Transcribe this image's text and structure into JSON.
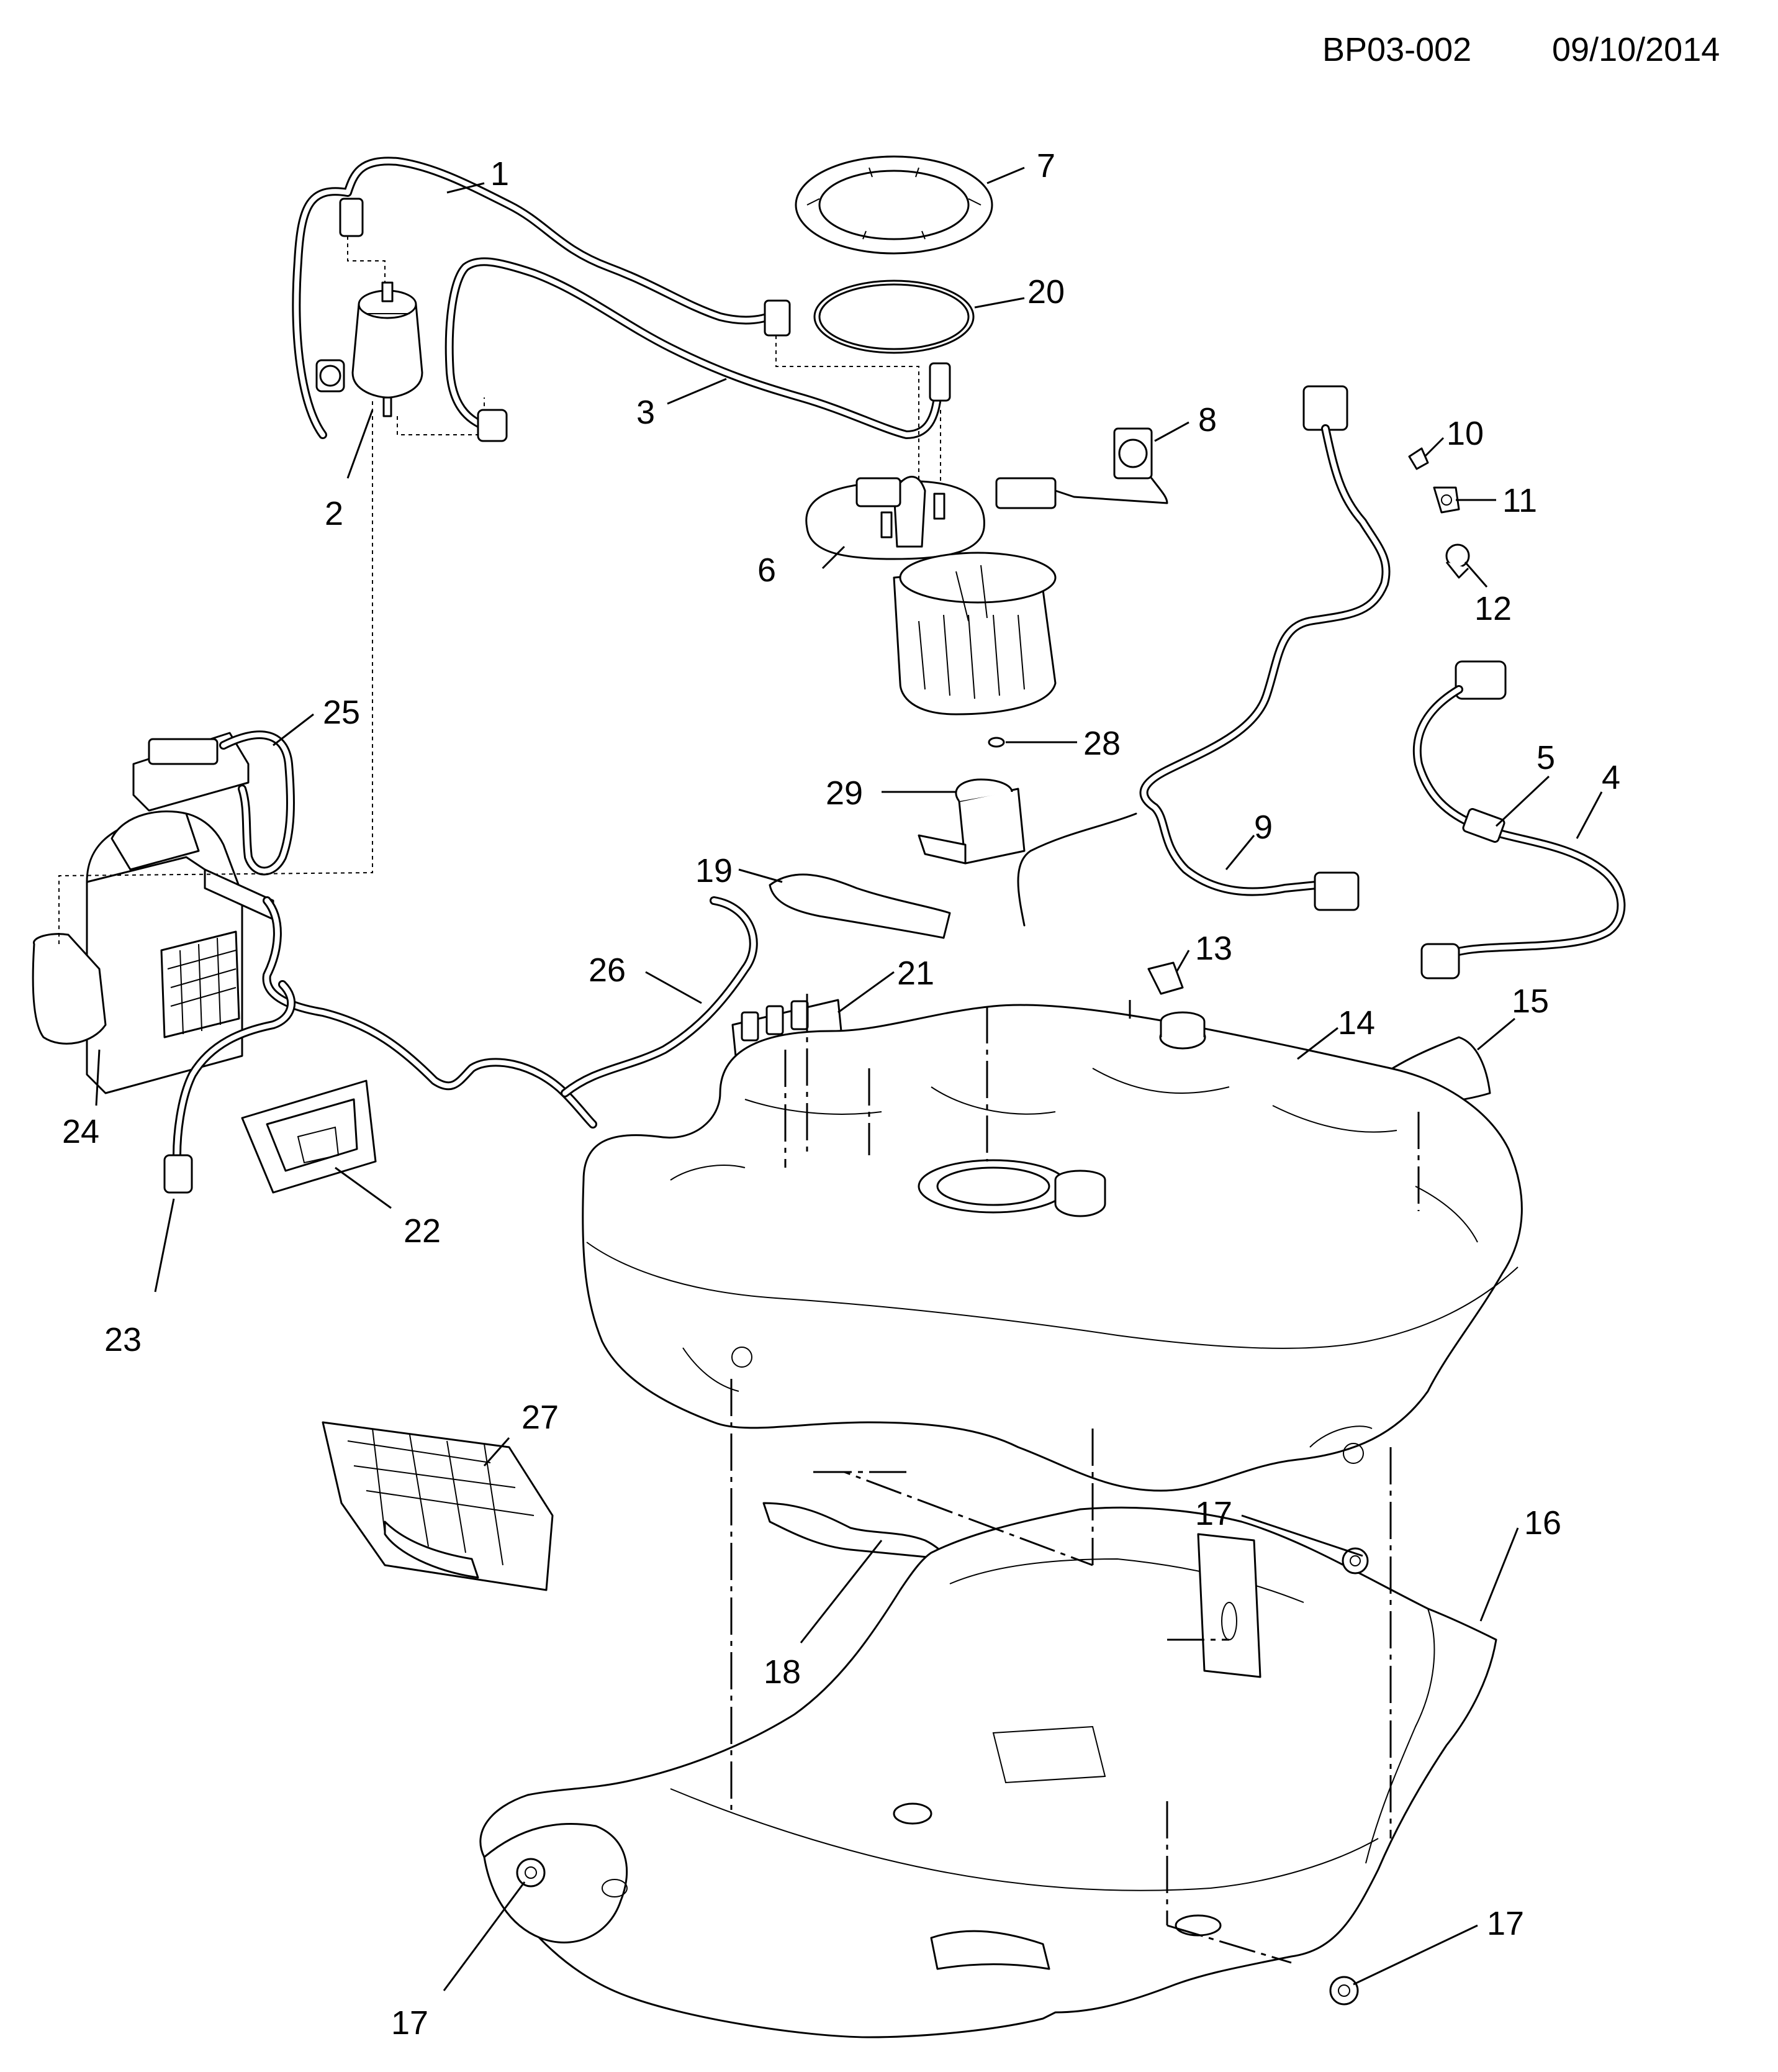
{
  "header": {
    "diagram_code": "BP03-002",
    "date": "09/10/2014"
  },
  "callouts": [
    {
      "id": "c1",
      "label": "1"
    },
    {
      "id": "c2",
      "label": "2"
    },
    {
      "id": "c3",
      "label": "3"
    },
    {
      "id": "c4",
      "label": "4"
    },
    {
      "id": "c5",
      "label": "5"
    },
    {
      "id": "c6",
      "label": "6"
    },
    {
      "id": "c7",
      "label": "7"
    },
    {
      "id": "c8",
      "label": "8"
    },
    {
      "id": "c9",
      "label": "9"
    },
    {
      "id": "c10",
      "label": "10"
    },
    {
      "id": "c11",
      "label": "11"
    },
    {
      "id": "c12",
      "label": "12"
    },
    {
      "id": "c13",
      "label": "13"
    },
    {
      "id": "c14",
      "label": "14"
    },
    {
      "id": "c15",
      "label": "15"
    },
    {
      "id": "c16",
      "label": "16"
    },
    {
      "id": "c17a",
      "label": "17"
    },
    {
      "id": "c17b",
      "label": "17"
    },
    {
      "id": "c17c",
      "label": "17"
    },
    {
      "id": "c18",
      "label": "18"
    },
    {
      "id": "c19",
      "label": "19"
    },
    {
      "id": "c20",
      "label": "20"
    },
    {
      "id": "c21",
      "label": "21"
    },
    {
      "id": "c22",
      "label": "22"
    },
    {
      "id": "c23",
      "label": "23"
    },
    {
      "id": "c24",
      "label": "24"
    },
    {
      "id": "c25",
      "label": "25"
    },
    {
      "id": "c26",
      "label": "26"
    },
    {
      "id": "c27",
      "label": "27"
    },
    {
      "id": "c28",
      "label": "28"
    },
    {
      "id": "c29",
      "label": "29"
    }
  ]
}
